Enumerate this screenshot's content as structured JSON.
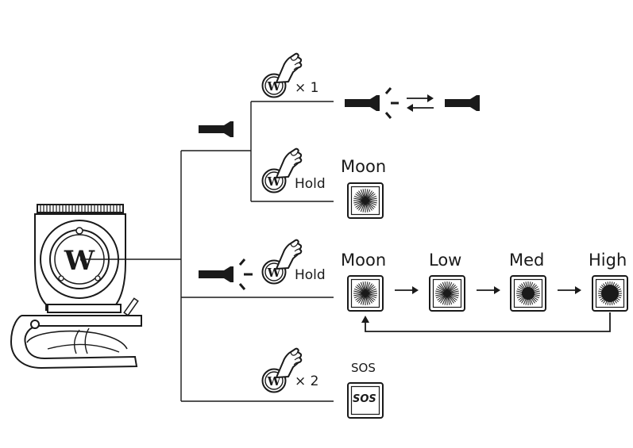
{
  "colors": {
    "ink": "#1a1a1a",
    "background": "#ffffff"
  },
  "device": {
    "logo_letter": "W"
  },
  "branches": {
    "click_once": {
      "icon": "finger-press-w-button-icon",
      "action": "× 1",
      "result_icon": "flashlight-toggle-on-off-icon"
    },
    "hold_off": {
      "icon": "finger-press-w-button-icon",
      "action": "Hold",
      "mode_label": "Moon"
    },
    "hold_on": {
      "icon": "finger-press-w-button-icon",
      "action": "Hold",
      "modes": [
        "Moon",
        "Low",
        "Med",
        "High"
      ]
    },
    "double_click": {
      "icon": "finger-press-w-button-icon",
      "action": "× 2",
      "mode_label": "SOS",
      "badge_text": "SOS"
    }
  }
}
